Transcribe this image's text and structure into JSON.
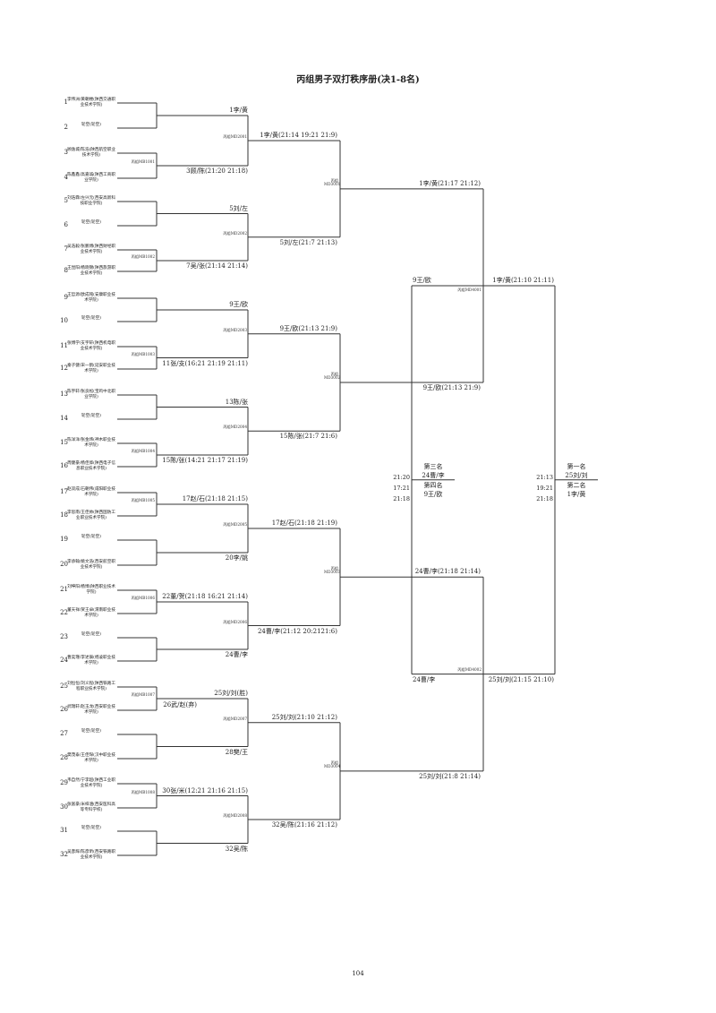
{
  "title": "丙组男子双打秩序册(决1-8名)",
  "page_number": "104",
  "players": [
    {
      "seed": "1",
      "name": "李伟洲/黄朝楼(陕西交通职业技术学院)"
    },
    {
      "seed": "2",
      "name": "轮空(轮空)"
    },
    {
      "seed": "3",
      "name": "顾逸城/陈浩(陕西航空职业技术学院)"
    },
    {
      "seed": "4",
      "name": "陈鑫鑫/高嘉诚(陕西工商职业学院)"
    },
    {
      "seed": "5",
      "name": "刘浩霖/左兴元(西安高新科技职业学院)"
    },
    {
      "seed": "6",
      "name": "轮空(轮空)"
    },
    {
      "seed": "7",
      "name": "吴浩毅/张鹏博(陕西财经职业技术学院)"
    },
    {
      "seed": "8",
      "name": "王昆阳/杨晓锦(陕西旅游职业技术学院)"
    },
    {
      "seed": "9",
      "name": "王哲源/欧成铭(安康职业技术学院)"
    },
    {
      "seed": "10",
      "name": "轮空(轮空)"
    },
    {
      "seed": "11",
      "name": "张博学/支宇轩(陕西机电职业技术学院)"
    },
    {
      "seed": "12",
      "name": "秦子健/宋一鹤(延安职业技术学院)"
    },
    {
      "seed": "13",
      "name": "陈宇轩/张良松(宝鸡中北职业学院)"
    },
    {
      "seed": "14",
      "name": "轮空(轮空)"
    },
    {
      "seed": "15",
      "name": "陈洋洋/张金炜(神木职业技术学院)"
    },
    {
      "seed": "16",
      "name": "周健豪/杨佳骅(陕西电子信息职业技术学院)"
    },
    {
      "seed": "17",
      "name": "赵双成/石朝伟(咸阳职业技术学院)"
    },
    {
      "seed": "18",
      "name": "李思南/王佳帅(陕西国防工业职业技术学院)"
    },
    {
      "seed": "19",
      "name": "轮空(轮空)"
    },
    {
      "seed": "20",
      "name": "李承翰/姚文浩(西安航空职业技术学院)"
    },
    {
      "seed": "21",
      "name": "刘坤阳/杨博(陕西职业技术学院)"
    },
    {
      "seed": "22",
      "name": "董天祥/贺王卓(渭南职业技术学院)"
    },
    {
      "seed": "23",
      "name": "轮空(轮空)"
    },
    {
      "seed": "24",
      "name": "曹奕瑾/李述辰(杨凌职业技术学院)"
    },
    {
      "seed": "25",
      "name": "刘恒恒/刘义程(陕西铁路工程职业技术学院)"
    },
    {
      "seed": "26",
      "name": "武瑞轩/赵玉龙(西安职业技术学院)"
    },
    {
      "seed": "27",
      "name": "轮空(轮空)"
    },
    {
      "seed": "28",
      "name": "樊茂泰/王佳琛(汉中职业技术学院)"
    },
    {
      "seed": "29",
      "name": "韦自然/宁李超(陕西工业职业技术学院)"
    },
    {
      "seed": "30",
      "name": "张富豪/米梓涵(西安医科高等专科学校)"
    },
    {
      "seed": "31",
      "name": "轮空(轮空)"
    },
    {
      "seed": "32",
      "name": "吴彦辉/陈彦昕(西安铁路职业技术学院)"
    }
  ],
  "r1_codes": [
    "丙组MB1001",
    "丙组MB1002",
    "丙组MB1003",
    "丙组MB1004",
    "丙组MB1005",
    "丙组MB1006",
    "丙组MB1007",
    "丙组MB1008"
  ],
  "r1_results": [
    "1李/黄",
    "3顾/陈(21:20 21:18)",
    "5刘/左",
    "7吴/张(21:14 21:14)",
    "9王/欧",
    "11张/支(16:21 21:19 21:11)",
    "13陈/张",
    "15陈/张(14:21 21:17 21:19)",
    "17赵/石(21:18 21:15)",
    "20李/姚",
    "22董/贺(21:18 16:21 21:14)",
    "24曹/李",
    "25刘/刘(胜)",
    "28樊/王",
    "30张/米(12:21 21:16 21:15)",
    "32吴/陈"
  ],
  "r1_extra": "26武/赵(弃)",
  "r2_codes": [
    "丙组MD2001",
    "丙组MD2002",
    "丙组MD2003",
    "丙组MD2004",
    "丙组MD2005",
    "丙组MD2006",
    "丙组MD2007",
    "丙组MD2008"
  ],
  "r2_results": [
    "1李/黄(21:14 19:21 21:9)",
    "5刘/左(21:7 21:13)",
    "9王/欧(21:13 21:9)",
    "15陈/张(21:7 21:6)",
    "17赵/石(21:18 21:19)",
    "24曹/李(21:12 20:2121:6)",
    "25刘/刘(21:10 21:12)",
    "32吴/陈(21:16 21:12)"
  ],
  "r3_codes": [
    "丙组 MD3001",
    "丙组 MD3002",
    "丙组 MD3003",
    "丙组 MD3004"
  ],
  "r3_results": [
    "1李/黄(21:17 21:12)",
    "9王/欧(21:13 21:9)",
    "24曹/李(21:18 21:14)",
    "25刘/刘(21:8 21:14)"
  ],
  "semi_codes": [
    "丙组MD4001",
    "丙组MD4002"
  ],
  "semi_results": [
    "1李/黄(21:10 21:11)",
    "25刘/刘(21:15 21:10)"
  ],
  "semi_losers": [
    "9王/欧",
    "24曹/李"
  ],
  "final": {
    "first_label": "第一名",
    "first": "25刘/刘",
    "second_label": "第二名",
    "second": "1李/黄",
    "scores": [
      "21:13",
      "19:21",
      "21:18"
    ]
  },
  "third": {
    "third_label": "第三名",
    "third": "24曹/李",
    "fourth_label": "第四名",
    "fourth": "9王/欧",
    "scores": [
      "21:20",
      "17:21",
      "21:18"
    ]
  }
}
